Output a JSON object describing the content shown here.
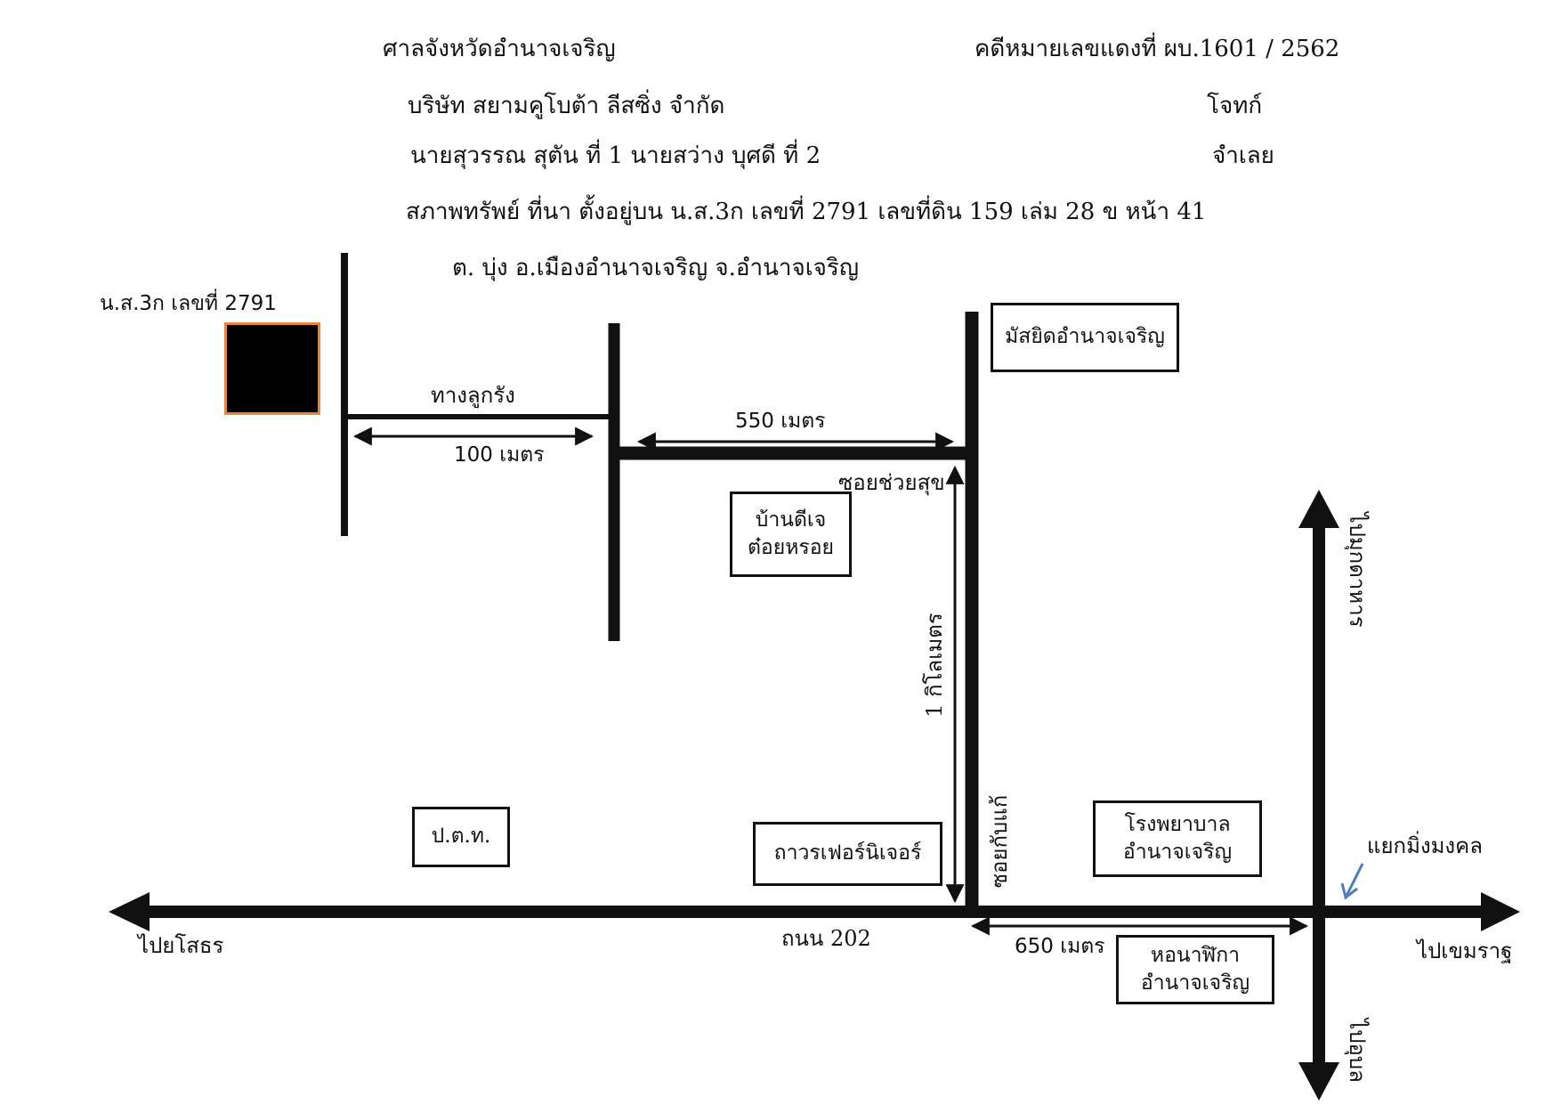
{
  "header": {
    "court": "ศาลจังหวัดอำนาจเจริญ",
    "case_number": "คดีหมายเลขแดงที่ ผบ.1601 / 2562",
    "plaintiff_name": "บริษัท สยามคูโบต้า ลีสซิ่ง จำกัด",
    "plaintiff_role": "โจทก์",
    "defendant_names": "นายสุวรรณ สุตัน ที่ 1 นายสว่าง บุศดี ที่ 2",
    "defendant_role": "จำเลย",
    "property_line": "สภาพทรัพย์ ที่นา ตั้งอยู่บน น.ส.3ก เลขที่ 2791 เลขที่ดิน 159 เล่ม 28 ข หน้า 41",
    "location_line": "ต. บุ่ง อ.เมืองอำนาจเจริญ จ.อำนาจเจริญ"
  },
  "map": {
    "parcel_label": "น.ส.3ก เลขที่ 2791",
    "parcel_color": "#000000",
    "parcel_border_color": "#e8873a",
    "pointer_color": "#4a7fc1",
    "road_labels": {
      "track": "ทางลูกรัง",
      "dist_100": "100 เมตร",
      "dist_550": "550 เมตร",
      "soi_chuaisuk": "ซอยช่วยสุข",
      "dist_1km": "1 กิโลเมตร",
      "soi_kapkae": "ซอยกับแก้",
      "highway": "ถนน 202",
      "dist_650": "650 เมตร",
      "junction": "แยกมิ่งมงคล"
    },
    "directions": {
      "to_yasothon": "ไปยโสธร",
      "to_khemarat": "ไปเขมราฐ",
      "to_mukdahan": "ไปมุกดาหาร",
      "to_ubon": "ไปอุบล"
    },
    "landmarks": {
      "mosque": "มัสยิดอำนาจเจริญ",
      "ban_di_je_line1": "บ้านดีเจ",
      "ban_di_je_line2": "ต๋อยหรอย",
      "ptt": "ป.ต.ท.",
      "thawon_furniture": "ถาวรเฟอร์นิเจอร์",
      "hospital_line1": "โรงพยาบาล",
      "hospital_line2": "อำนาจเจริญ",
      "clock_tower_line1": "หอนาฬิกา",
      "clock_tower_line2": "อำนาจเจริญ"
    }
  }
}
